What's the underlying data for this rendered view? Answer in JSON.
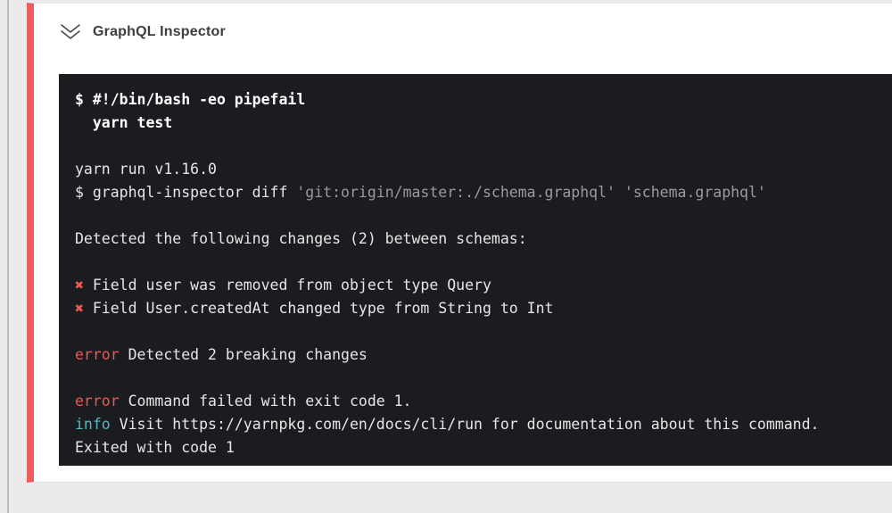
{
  "colors": {
    "page-bg": "#ebebeb",
    "accent": "#ee5c5c",
    "card-bg": "#ffffff",
    "header-text": "#3d3d3d",
    "terminal-bg": "#1b1c1f",
    "terminal-text": "#e6e6e6",
    "terminal-bold": "#ffffff",
    "terminal-muted": "#9b9b9b",
    "error": "#ef5753",
    "info": "#56b8c4"
  },
  "card": {
    "header": {
      "title": "GraphQL Inspector",
      "collapse_icon": "chevron-double-down-icon"
    }
  },
  "terminal": {
    "lines": [
      {
        "segments": [
          {
            "text": "$ #!/bin/bash -eo pipefail",
            "style": "command"
          }
        ]
      },
      {
        "segments": [
          {
            "text": "  yarn test",
            "style": "command"
          }
        ]
      },
      {
        "segments": []
      },
      {
        "segments": [
          {
            "text": "yarn run v1.16.0",
            "style": "plain"
          }
        ]
      },
      {
        "segments": [
          {
            "text": "$ graphql-inspector diff ",
            "style": "plain"
          },
          {
            "text": "'git:origin/master:./schema.graphql'",
            "style": "muted"
          },
          {
            "text": " ",
            "style": "plain"
          },
          {
            "text": "'schema.graphql'",
            "style": "muted"
          }
        ]
      },
      {
        "segments": []
      },
      {
        "segments": [
          {
            "text": "Detected the following changes (2) between schemas:",
            "style": "plain"
          }
        ]
      },
      {
        "segments": []
      },
      {
        "segments": [
          {
            "text": "✖",
            "style": "error"
          },
          {
            "text": " Field user was removed from object type Query",
            "style": "plain"
          }
        ]
      },
      {
        "segments": [
          {
            "text": "✖",
            "style": "error"
          },
          {
            "text": " Field User.createdAt changed type from String to Int",
            "style": "plain"
          }
        ]
      },
      {
        "segments": []
      },
      {
        "segments": [
          {
            "text": "error",
            "style": "error"
          },
          {
            "text": " Detected 2 breaking changes",
            "style": "plain"
          }
        ]
      },
      {
        "segments": []
      },
      {
        "segments": [
          {
            "text": "error",
            "style": "error"
          },
          {
            "text": " Command failed with exit code 1.",
            "style": "plain"
          }
        ]
      },
      {
        "segments": [
          {
            "text": "info",
            "style": "info"
          },
          {
            "text": " Visit https://yarnpkg.com/en/docs/cli/run for documentation about this command.",
            "style": "plain"
          }
        ]
      },
      {
        "segments": [
          {
            "text": "Exited with code 1",
            "style": "plain"
          }
        ]
      }
    ]
  }
}
